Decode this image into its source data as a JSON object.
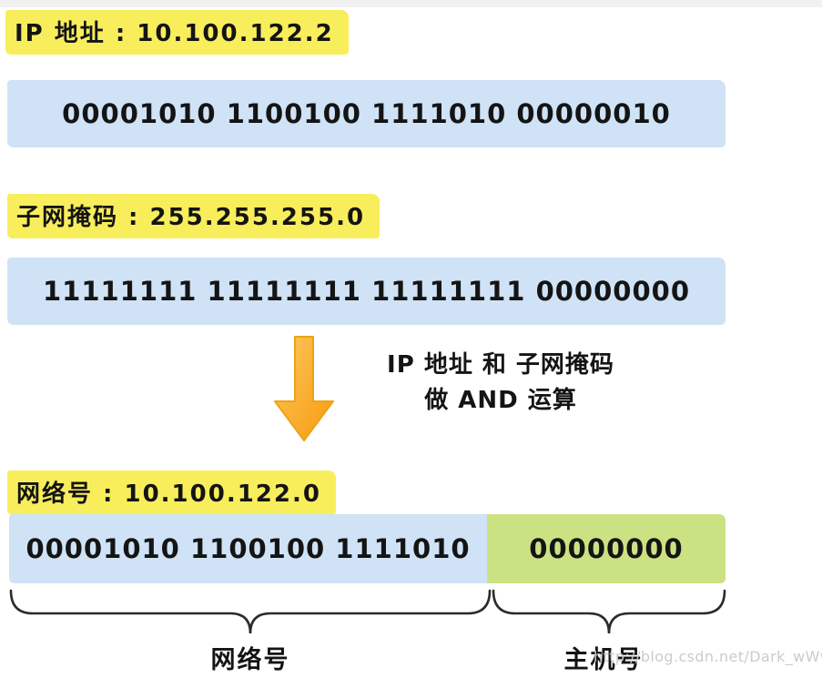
{
  "ip": {
    "label": "IP 地址 : 10.100.122.2",
    "binary": "00001010 1100100 1111010 00000010"
  },
  "mask": {
    "label": "子网掩码 : 255.255.255.0",
    "binary": "11111111 11111111 11111111 00000000"
  },
  "operation": {
    "arrow_icon": "down-arrow-icon",
    "line1": "IP 地址 和 子网掩码",
    "line2": "做 AND 运算"
  },
  "network": {
    "label": "网络号 : 10.100.122.0",
    "binary_network": "00001010 1100100 1111010",
    "binary_host": "00000000",
    "network_brace_label": "网络号",
    "host_brace_label": "主机号"
  },
  "watermark": "http://blog.csdn.net/Dark_wWw",
  "colors": {
    "highlight_yellow": "#f8ee5c",
    "bar_blue": "#cfe2f6",
    "bar_green": "#cbe282",
    "arrow_orange_light": "#fdc75d",
    "arrow_orange_dark": "#f79b10",
    "text_black": "#141414",
    "watermark_gray": "#cbcbcb",
    "top_strip_gray": "#f1f1f1"
  }
}
